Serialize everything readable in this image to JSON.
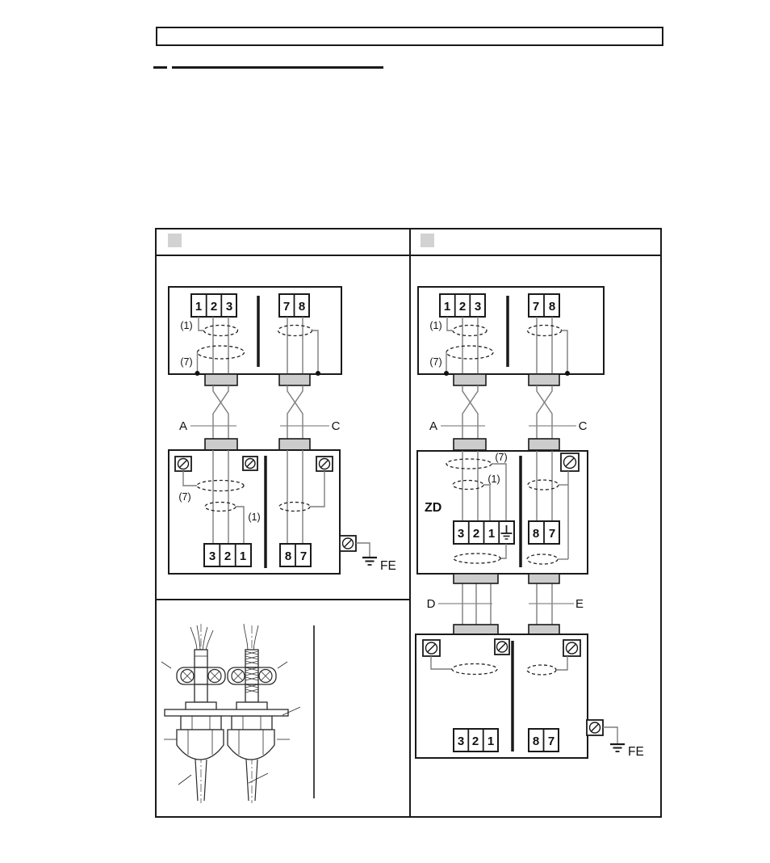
{
  "page": {
    "header_box_text": "",
    "colors": {
      "line": "#1a1a1a",
      "wire": "#7d7d7d",
      "gland_fill": "#cccccc",
      "header_square": "#d2d2d2"
    }
  },
  "figure": {
    "left": {
      "top_box": {
        "terminals_left": [
          "1",
          "2",
          "3"
        ],
        "terminals_right": [
          "7",
          "8"
        ],
        "wire_label": "(1)",
        "shield_label": "(7)"
      },
      "cable_labels": {
        "a": "A",
        "c": "C"
      },
      "bottom_box": {
        "terminals_left": [
          "3",
          "2",
          "1"
        ],
        "terminals_right": [
          "8",
          "7"
        ],
        "wire_label": "(1)",
        "shield_label": "(7)"
      },
      "fe_label": "FE"
    },
    "right": {
      "top_box": {
        "terminals_left": [
          "1",
          "2",
          "3"
        ],
        "terminals_right": [
          "7",
          "8"
        ],
        "wire_label": "(1)",
        "shield_label": "(7)"
      },
      "cable_labels": {
        "a": "A",
        "c": "C",
        "d": "D",
        "e": "E"
      },
      "zd_box": {
        "title": "ZD",
        "terminals_left": [
          "3",
          "2",
          "1"
        ],
        "terminals_right": [
          "8",
          "7"
        ],
        "wire_label": "(1)",
        "shield_label": "(7)"
      },
      "bottom_box": {
        "terminals_left": [
          "3",
          "2",
          "1"
        ],
        "terminals_right": [
          "8",
          "7"
        ]
      },
      "fe_label": "FE"
    }
  }
}
